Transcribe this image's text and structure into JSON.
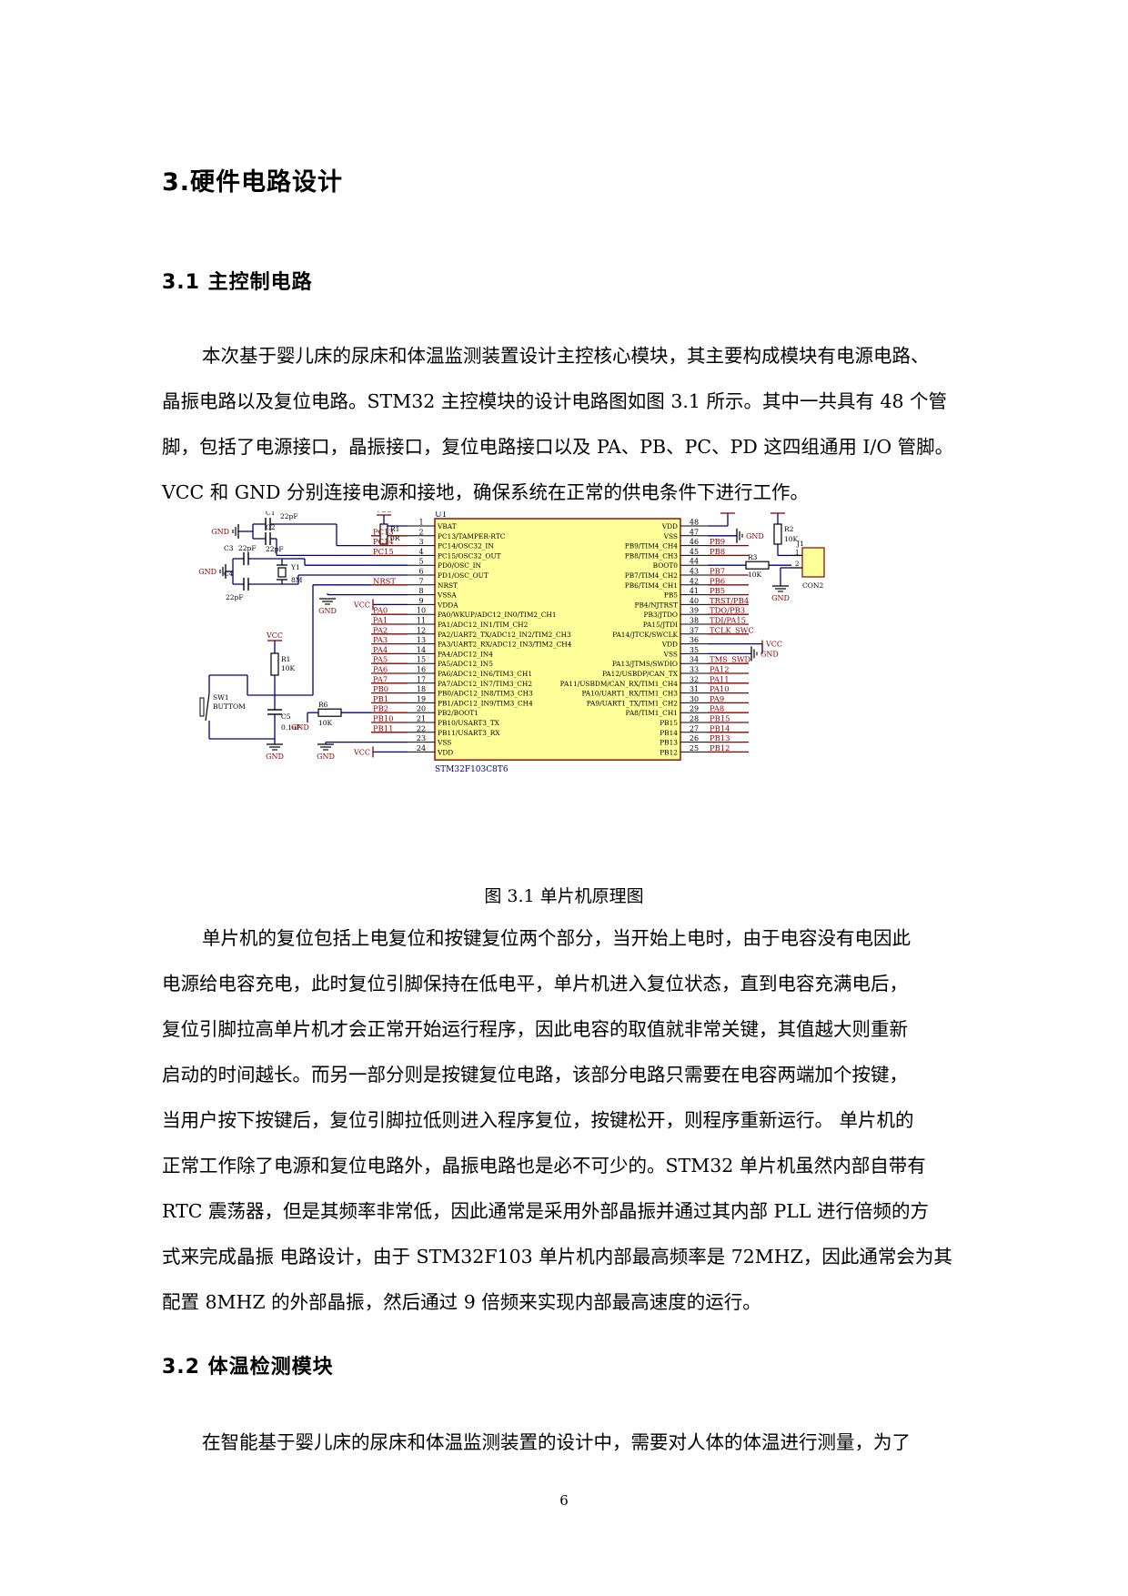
{
  "heading": "3.硬件电路设计",
  "section1": {
    "title": "3.1 主控制电路",
    "para_lines": [
      "本次基于婴儿床的尿床和体温监测装置设计主控核心模块，其主要构成模块有电源电路、",
      "晶振电路以及复位电路。STM32 主控模块的设计电路图如图 3.1 所示。其中一共具有 48 个管",
      "脚，包括了电源接口，晶振接口，复位电路接口以及 PA、PB、PC、PD 这四组通用 I/O 管脚。",
      "VCC 和 GND 分别连接电源和接地，确保系统在正常的供电条件下进行工作。"
    ]
  },
  "figure": {
    "caption": "图 3.1 单片机原理图",
    "chip_ref": "U1",
    "chip_part": "STM32F103C8T6",
    "left_pins": [
      {
        "num": "1",
        "name": "VBAT",
        "net": ""
      },
      {
        "num": "2",
        "name": "PC13/TAMPER-RTC",
        "net": "PC13"
      },
      {
        "num": "3",
        "name": "PC14/OSC32_IN",
        "net": "PC14"
      },
      {
        "num": "4",
        "name": "PC15/OSC32_OUT",
        "net": "PC15"
      },
      {
        "num": "5",
        "name": "PD0/OSC_IN",
        "net": ""
      },
      {
        "num": "6",
        "name": "PD1/OSC_OUT",
        "net": ""
      },
      {
        "num": "7",
        "name": "NRST",
        "net": "NRST"
      },
      {
        "num": "8",
        "name": "VSSA",
        "net": ""
      },
      {
        "num": "9",
        "name": "VDDA",
        "net": ""
      },
      {
        "num": "10",
        "name": "PA0/WKUP/ADC12_IN0/TIM2_CH1",
        "net": "PA0"
      },
      {
        "num": "11",
        "name": "PA1/ADC12_IN1/TIM_CH2",
        "net": "PA1"
      },
      {
        "num": "12",
        "name": "PA2/UART2_TX/ADC12_IN2/TIM2_CH3",
        "net": "PA2"
      },
      {
        "num": "13",
        "name": "PA3/UART2_RX/ADC12_IN3/TIM2_CH4",
        "net": "PA3"
      },
      {
        "num": "14",
        "name": "PA4/ADC12_IN4",
        "net": "PA4"
      },
      {
        "num": "15",
        "name": "PA5/ADC12_IN5",
        "net": "PA5"
      },
      {
        "num": "16",
        "name": "PA6/ADC12_IN6/TIM3_CH1",
        "net": "PA6"
      },
      {
        "num": "17",
        "name": "PA7/ADC12_IN7/TIM3_CH2",
        "net": "PA7"
      },
      {
        "num": "18",
        "name": "PB0/ADC12_IN8/TIM3_CH3",
        "net": "PB0"
      },
      {
        "num": "19",
        "name": "PB1/ADC12_IN9/TIM3_CH4",
        "net": "PB1"
      },
      {
        "num": "20",
        "name": "PB2/BOOT1",
        "net": "PB2"
      },
      {
        "num": "21",
        "name": "PB10/USART3_TX",
        "net": "PB10"
      },
      {
        "num": "22",
        "name": "PB11/USART3_RX",
        "net": "PB11"
      },
      {
        "num": "23",
        "name": "VSS",
        "net": ""
      },
      {
        "num": "24",
        "name": "VDD",
        "net": ""
      }
    ],
    "right_pins": [
      {
        "num": "48",
        "name": "VDD",
        "net": ""
      },
      {
        "num": "47",
        "name": "VSS",
        "net": ""
      },
      {
        "num": "46",
        "name": "PB9/TIM4_CH4",
        "net": "PB9"
      },
      {
        "num": "45",
        "name": "PB8/TIM4_CH3",
        "net": "PB8"
      },
      {
        "num": "44",
        "name": "BOOT0",
        "net": ""
      },
      {
        "num": "43",
        "name": "PB7/TIM4_CH2",
        "net": "PB7"
      },
      {
        "num": "42",
        "name": "PB6/TIM4_CH1",
        "net": "PB6"
      },
      {
        "num": "41",
        "name": "PB5",
        "net": "PB5"
      },
      {
        "num": "40",
        "name": "PB4/NJTRST",
        "net": "TRST/PB4"
      },
      {
        "num": "39",
        "name": "PB3/JTDO",
        "net": "TDO/PB3"
      },
      {
        "num": "38",
        "name": "PA15/JTDI",
        "net": "TDI/PA15"
      },
      {
        "num": "37",
        "name": "PA14/JTCK/SWCLK",
        "net": "TCLK_SWC"
      },
      {
        "num": "36",
        "name": "VDD",
        "net": ""
      },
      {
        "num": "35",
        "name": "VSS",
        "net": ""
      },
      {
        "num": "34",
        "name": "PA13/JTMS/SWDIO",
        "net": "TMS_SWD"
      },
      {
        "num": "33",
        "name": "PA12/USBDP/CAN_TX",
        "net": "PA12"
      },
      {
        "num": "32",
        "name": "PA11/USBDM/CAN_RX/TIM1_CH4",
        "net": "PA11"
      },
      {
        "num": "31",
        "name": "PA10/UART1_RX/TIM1_CH3",
        "net": "PA10"
      },
      {
        "num": "30",
        "name": "PA9/UART1_TX/TIM1_CH2",
        "net": "PA9"
      },
      {
        "num": "29",
        "name": "PA8/TIM1_CH1",
        "net": "PA8"
      },
      {
        "num": "28",
        "name": "PB15",
        "net": "PB15"
      },
      {
        "num": "27",
        "name": "PB14",
        "net": "PB14"
      },
      {
        "num": "26",
        "name": "PB13",
        "net": "PB13"
      },
      {
        "num": "25",
        "name": "PB12",
        "net": "PB12"
      }
    ],
    "labels": {
      "vcc": "VCC",
      "gnd": "GND",
      "c1": "C1",
      "c1_val": "22pF",
      "c2": "C2",
      "c2_val": "22pF",
      "c3": "C3",
      "c3_val": "22pF",
      "c4": "C4",
      "c4_val": "22pF",
      "y1": "Y1",
      "y1_val": "8M",
      "r1_top": "R1",
      "r1_top_val": "0R",
      "r1_reset": "R1",
      "r1_reset_val": "10K",
      "r2": "R2",
      "r2_val": "10K",
      "r3": "R3",
      "r3_val": "10K",
      "r6": "R6",
      "r6_val": "10K",
      "c5": "C5",
      "c5_val": "0.1uF",
      "sw": "SW1",
      "sw_val": "BUTTOM",
      "j": "J1",
      "j_val": "CON2",
      "j_pin1": "1",
      "j_pin2": "2"
    }
  },
  "section1_body_lines": [
    "单片机的复位包括上电复位和按键复位两个部分，当开始上电时，由于电容没有电因此",
    "电源给电容充电，此时复位引脚保持在低电平，单片机进入复位状态，直到电容充满电后，",
    "复位引脚拉高单片机才会正常开始运行程序，因此电容的取值就非常关键，其值越大则重新",
    "启动的时间越长。而另一部分则是按键复位电路，该部分电路只需要在电容两端加个按键，",
    "当用户按下按键后，复位引脚拉低则进入程序复位，按键松开，则程序重新运行。 单片机的",
    "正常工作除了电源和复位电路外，晶振电路也是必不可少的。STM32 单片机虽然内部自带有",
    "RTC 震荡器，但是其频率非常低，因此通常是采用外部晶振并通过其内部 PLL 进行倍频的方",
    "式来完成晶振 电路设计，由于 STM32F103 单片机内部最高频率是 72MHZ，因此通常会为其",
    "配置 8MHZ 的外部晶振，然后通过 9 倍频来实现内部最高速度的运行。"
  ],
  "section2": {
    "title": "3.2 体温检测模块",
    "para_lines": [
      "在智能基于婴儿床的尿床和体温监测装置的设计中，需要对人体的体温进行测量，为了"
    ]
  },
  "page_number": "6"
}
